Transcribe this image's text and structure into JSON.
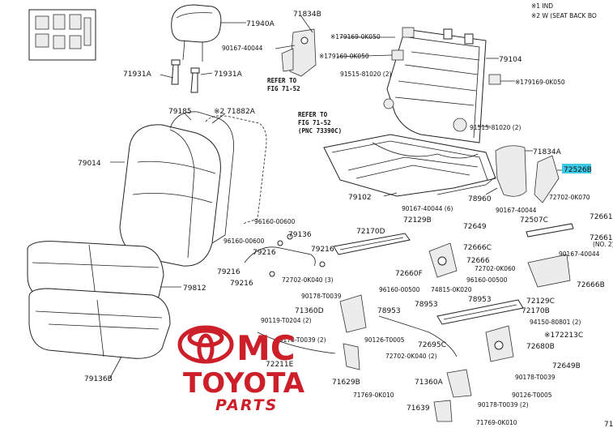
{
  "notes": {
    "note1": "※1 IND",
    "note2": "※2 W (SEAT BACK BO"
  },
  "refer_notes": {
    "refer_a_line1": "REFER TO",
    "refer_a_line2": "FIG 71-52",
    "refer_b_line1": "REFER TO",
    "refer_b_line2": "FIG 71-52",
    "refer_b_line3": "(PNC 73390C)"
  },
  "part_labels": {
    "p71940A": "71940A",
    "p71834B": "71834B",
    "p90167_40044_a": "90167-40044",
    "p179169_a": "※179169-0K050",
    "p179169_b": "※179169-0K050",
    "p179169_c": "※179169-0K050",
    "p71931A_l": "71931A",
    "p71931A_r": "71931A",
    "p91515_a": "91515-81020 (2)",
    "p79104": "79104",
    "p79185": "79185",
    "p71882A": "※2 71882A",
    "p79014": "79014",
    "p91515_b": "91515-81020 (2)",
    "p71834A": "71834A",
    "p72526B": "72526B",
    "p72702_0k070": "72702-0K070",
    "p79102": "79102",
    "p78960": "78960",
    "p90167_40044_b": "90167-40044",
    "p96160_00600_a": "96160-00600",
    "p96160_00600_b": "96160-00600",
    "p79136": "79136",
    "p72170D": "72170D",
    "p72129B": "72129B",
    "p90167_40044_6": "90167-40044 (6)",
    "p72649": "72649",
    "p72507C": "72507C",
    "p72661": "72661",
    "p72661_b": "72661",
    "p72661_n2": "(NO. 2)",
    "p72666C": "72666C",
    "p72666": "72666",
    "p72702_0k060": "72702-0K060",
    "p96160_00500_a": "96160-00500",
    "p96160_00500_b": "96160-00500",
    "p90167_40044_c": "90167-40044",
    "p79216_a": "79216",
    "p79216_b": "79216",
    "p79216_c": "79216",
    "p79216_d": "79216",
    "p72660F": "72660F",
    "p72666B": "72666B",
    "p72702_0k040_3": "72702-0K040 (3)",
    "p79812": "79812",
    "p90178_t0039_a": "90178-T0039",
    "p74815_0k020": "74815-0K020",
    "p78953_a": "78953",
    "p78953_b": "78953",
    "p78953_c": "78953",
    "p72129C": "72129C",
    "p71360D": "71360D",
    "p72170B": "72170B",
    "p90119_t0204": "90119-T0204 (2)",
    "p90178_t0039_2a": "90178-T0039 (2)",
    "p90126_t0005_a": "90126-T0005",
    "p94150_80801": "94150-80801 (2)",
    "p172213C": "※172213C",
    "p79136B": "79136B",
    "p72695C": "72695C",
    "p72680B": "72680B",
    "p72702_0k040_2": "72702-0K040 (2)",
    "p72649B": "72649B",
    "p72211E": "72211E",
    "p90178_t0039_b": "90178-T0039",
    "p71629B": "71629B",
    "p71360A": "71360A",
    "p90126_t0005_b": "90126-T0005",
    "p71769_0k010_a": "71769-0K010",
    "p90178_t0039_2b": "90178-T0039 (2)",
    "p71639": "71639",
    "p71769_0k010_b": "71769-0K010",
    "p71_corner": "71"
  },
  "watermark": {
    "line1": "MC",
    "line2": "TOYOTA",
    "line3": "PARTS"
  },
  "colors": {
    "brand_red": "#cc1f2a",
    "highlight": "#3cc9e6"
  }
}
